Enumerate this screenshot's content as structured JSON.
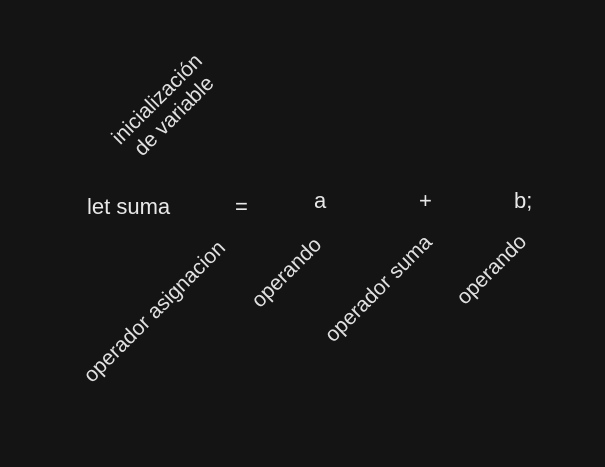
{
  "code": {
    "declaration": "let suma",
    "assign_op": "=",
    "operand_a": "a",
    "plus_op": "+",
    "operand_b": "b;"
  },
  "annotations": {
    "initialization_line1": "inicialización",
    "initialization_line2": "de variable",
    "assignment_operator": "operador asignacion",
    "operand_1": "operando",
    "sum_operator": "operador suma",
    "operand_2": "operando"
  },
  "colors": {
    "background": "#141414",
    "text": "#e8e8e8"
  }
}
